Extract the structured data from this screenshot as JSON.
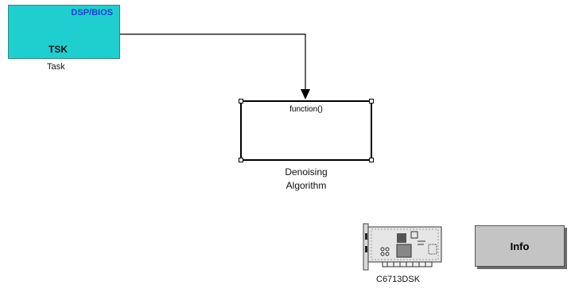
{
  "task_block": {
    "header": "DSP/BIOS",
    "type": "TSK",
    "caption": "Task",
    "fill_color": "#1fcfcf",
    "header_color": "#1f3fd0"
  },
  "function_block": {
    "label": "function()",
    "caption_line1": "Denoising",
    "caption_line2": "Algorithm"
  },
  "board_block": {
    "icon": "dsp-board-icon",
    "caption": "C6713DSK"
  },
  "info_block": {
    "label": "Info",
    "fill_color": "#c4c4c4"
  }
}
